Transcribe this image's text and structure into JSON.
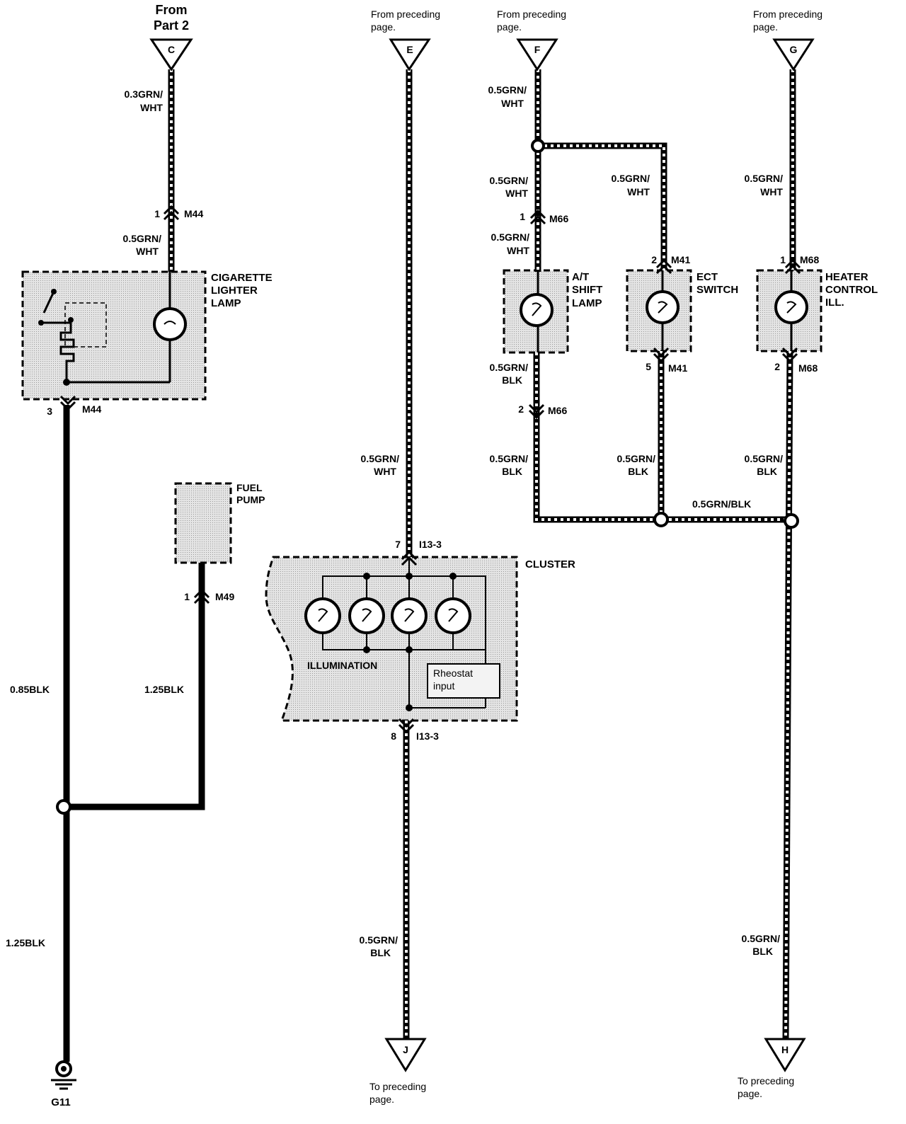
{
  "connectors_top": {
    "C": {
      "letter": "C",
      "note_line1": "From",
      "note_line2": "Part 2"
    },
    "E": {
      "letter": "E",
      "note_line1": "From preceding",
      "note_line2": "page."
    },
    "F": {
      "letter": "F",
      "note_line1": "From preceding",
      "note_line2": "page."
    },
    "G": {
      "letter": "G",
      "note_line1": "From preceding",
      "note_line2": "page."
    }
  },
  "connectors_bottom": {
    "J": {
      "letter": "J",
      "note_line1": "To preceding",
      "note_line2": "page."
    },
    "H": {
      "letter": "H",
      "note_line1": "To preceding",
      "note_line2": "page."
    }
  },
  "wires": {
    "c_top_1": "0.3GRN/",
    "c_top_2": "WHT",
    "c_mid_1": "0.5GRN/",
    "c_mid_2": "WHT",
    "e_mid_1": "0.5GRN/",
    "e_mid_2": "WHT",
    "j_1": "0.5GRN/",
    "j_2": "BLK",
    "f_top_1": "0.5GRN/",
    "f_top_2": "WHT",
    "f_mid_1": "0.5GRN/",
    "f_mid_2": "WHT",
    "f_lamp_1": "0.5GRN/",
    "f_lamp_2": "WHT",
    "at_out_1": "0.5GRN/",
    "at_out_2": "BLK",
    "at_low_1": "0.5GRN/",
    "at_low_2": "BLK",
    "ect_in_1": "0.5GRN/",
    "ect_in_2": "WHT",
    "ect_out_1": "0.5GRN/",
    "ect_out_2": "BLK",
    "g_in_1": "0.5GRN/",
    "g_in_2": "WHT",
    "g_out_1": "0.5GRN/",
    "g_out_2": "BLK",
    "bus": "0.5GRN/BLK",
    "h_1": "0.5GRN/",
    "h_2": "BLK",
    "ground_a": "0.85BLK",
    "fuel_pump_wire": "1.25BLK",
    "ground_b": "1.25BLK"
  },
  "connector_pins": {
    "m44_top": {
      "pin": "1",
      "name": "M44"
    },
    "m44_bottom": {
      "pin": "3",
      "name": "M44"
    },
    "m66_top": {
      "pin": "1",
      "name": "M66"
    },
    "m66_bottom": {
      "pin": "2",
      "name": "M66"
    },
    "m41_top": {
      "pin": "2",
      "name": "M41"
    },
    "m41_bottom": {
      "pin": "5",
      "name": "M41"
    },
    "m68_top": {
      "pin": "1",
      "name": "M68"
    },
    "m68_bottom": {
      "pin": "2",
      "name": "M68"
    },
    "m49": {
      "pin": "1",
      "name": "M49"
    },
    "i13_top": {
      "pin": "7",
      "name": "I13-3"
    },
    "i13_bottom": {
      "pin": "8",
      "name": "I13-3"
    }
  },
  "components": {
    "cigarette": [
      "CIGARETTE",
      "LIGHTER",
      "LAMP"
    ],
    "fuel_pump": [
      "FUEL",
      "PUMP"
    ],
    "at_shift": [
      "A/T",
      "SHIFT",
      "LAMP"
    ],
    "ect": [
      "ECT",
      "SWITCH"
    ],
    "heater": [
      "HEATER",
      "CONTROL",
      "ILL."
    ],
    "cluster": "CLUSTER",
    "illumination": "ILLUMINATION",
    "rheostat": [
      "Rheostat",
      "input"
    ]
  },
  "ground": "G11"
}
